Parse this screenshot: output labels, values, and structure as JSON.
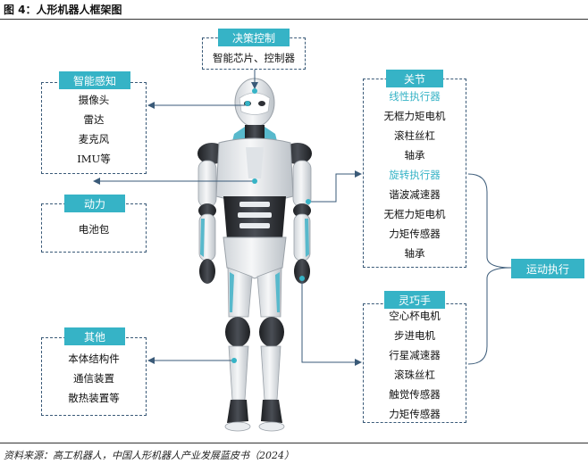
{
  "figure_title": "图 4：人形机器人框架图",
  "source": "资料来源：高工机器人，中国人形机器人产业发展蓝皮书（2024）",
  "watermark": "",
  "colors": {
    "accent": "#36b3c6",
    "border": "#3a5a78",
    "robot_dark": "#2d3035",
    "robot_light": "#e9ecef",
    "robot_teal": "#58b9cc"
  },
  "groups": {
    "decision": {
      "label": "决策控制",
      "items": [
        "智能芯片、控制器"
      ]
    },
    "perception": {
      "label": "智能感知",
      "items": [
        "摄像头",
        "雷达",
        "麦克风",
        "IMU等"
      ]
    },
    "power": {
      "label": "动力",
      "items": [
        "电池包"
      ]
    },
    "other": {
      "label": "其他",
      "items": [
        "本体结构件",
        "通信装置",
        "散热装置等"
      ]
    },
    "joint": {
      "label": "关节",
      "items": [
        "线性执行器",
        "无框力矩电机",
        "滚柱丝杠",
        "轴承",
        "旋转执行器",
        "谐波减速器",
        "无框力矩电机",
        "力矩传感器",
        "轴承"
      ]
    },
    "hand": {
      "label": "灵巧手",
      "items": [
        "空心杯电机",
        "步进电机",
        "行星减速器",
        "滚珠丝杠",
        "触觉传感器",
        "力矩传感器"
      ]
    },
    "motion": {
      "label": "运动执行"
    }
  }
}
